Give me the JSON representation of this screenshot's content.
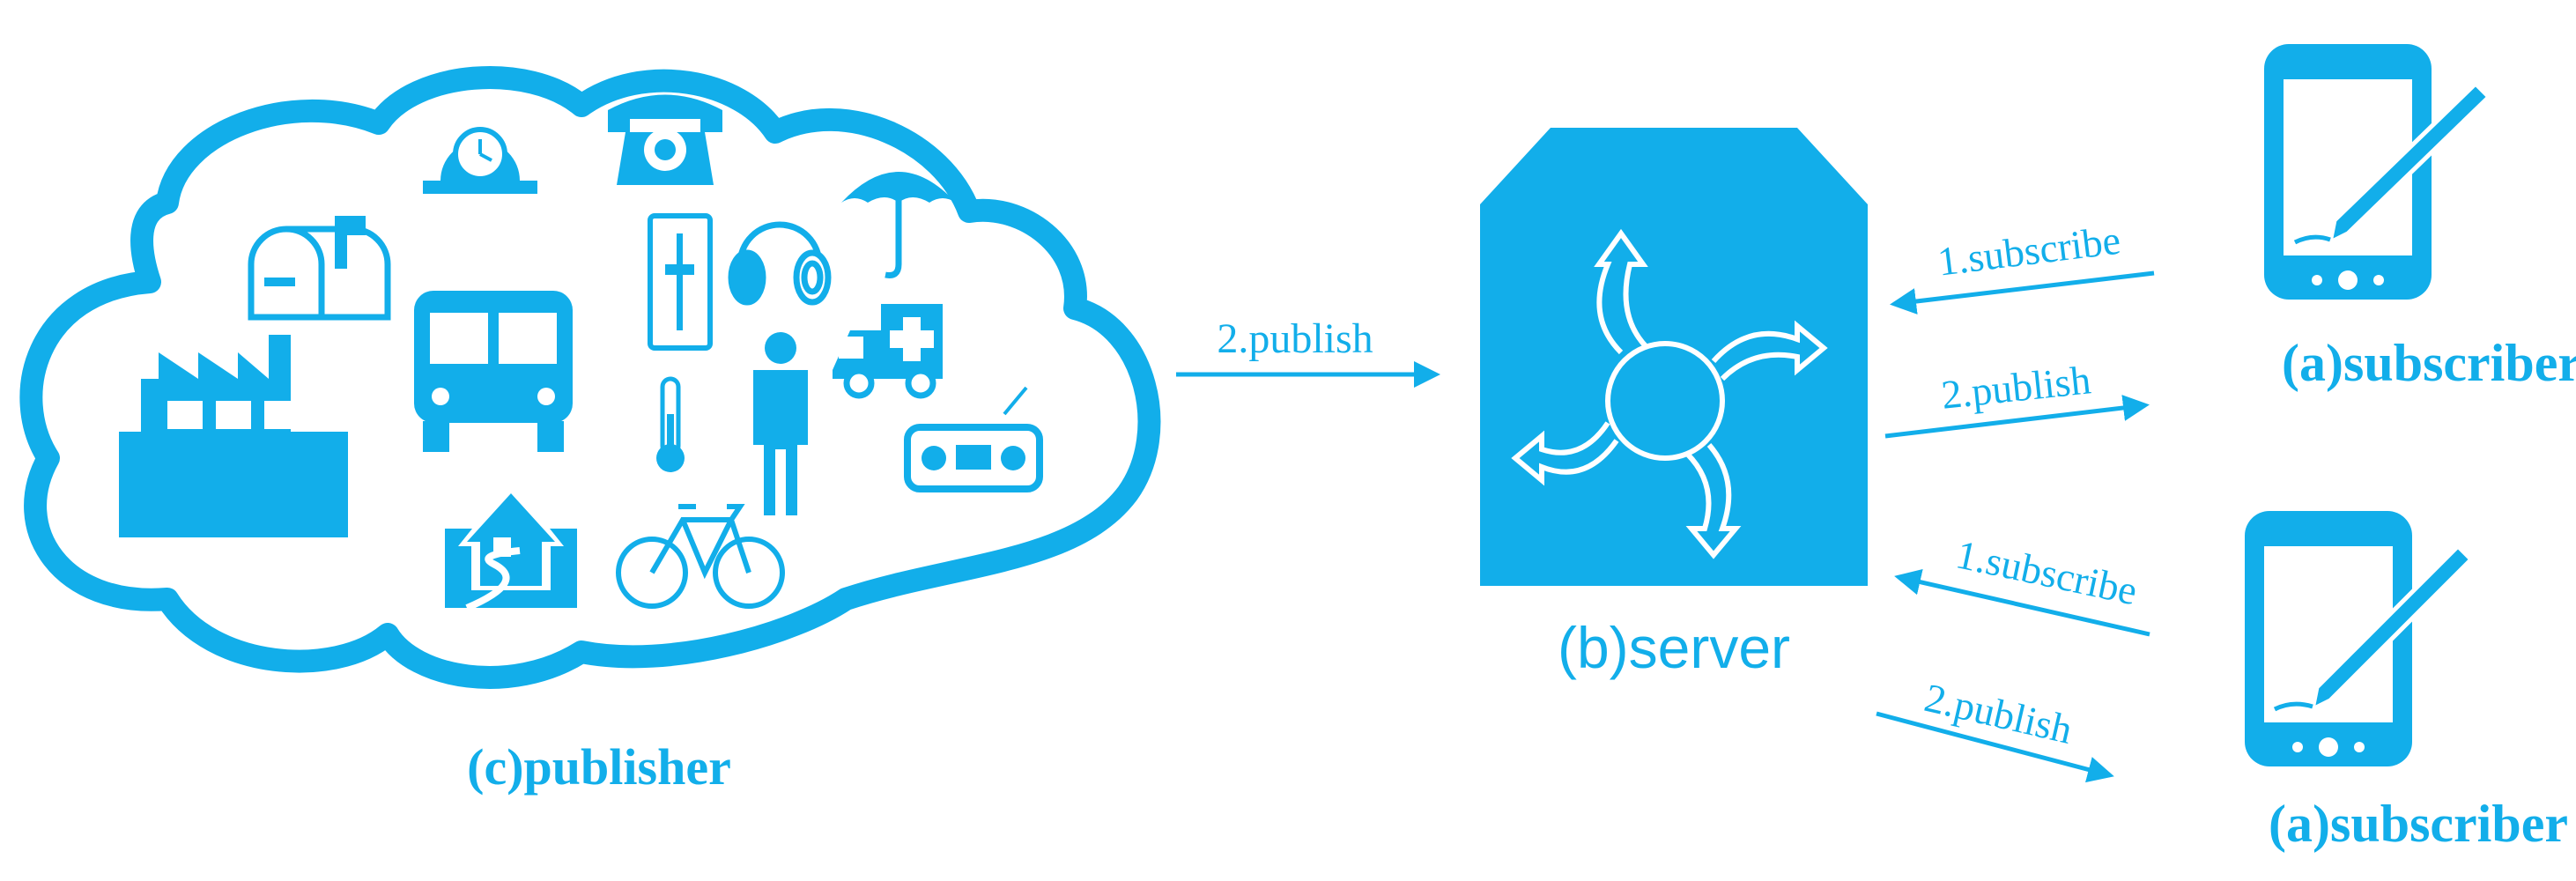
{
  "colors": {
    "accent": "#12aeea",
    "background": "#ffffff"
  },
  "publisher": {
    "label": "(c)publisher",
    "icons": [
      "factory-icon",
      "mailbox-icon",
      "clock-icon",
      "telephone-icon",
      "bus-icon",
      "thermostat-icon",
      "headphones-icon",
      "umbrella-icon",
      "thermometer-icon",
      "person-icon",
      "ambulance-icon",
      "house-icon",
      "bicycle-icon",
      "radio-icon"
    ]
  },
  "server": {
    "label": "(b)server",
    "icon": "server-routing-icon"
  },
  "subscribers": [
    {
      "label": "(a)subscriber",
      "icon": "tablet-stylus-icon"
    },
    {
      "label": "(a)subscriber",
      "icon": "tablet-stylus-icon"
    }
  ],
  "arrows": {
    "publisher_to_server": "2.publish",
    "sub1_subscribe": "1.subscribe",
    "sub1_publish": "2.publish",
    "sub2_subscribe": "1.subscribe",
    "sub2_publish": "2.publish"
  }
}
